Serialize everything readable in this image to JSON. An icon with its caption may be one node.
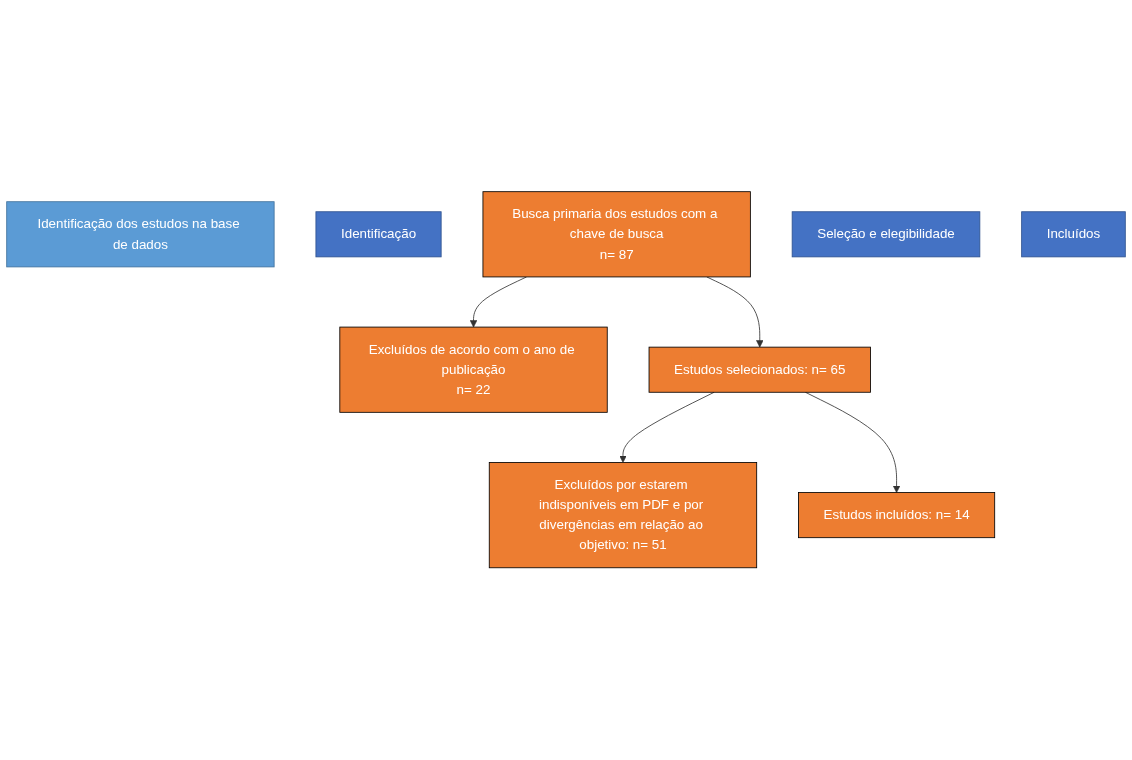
{
  "diagram": {
    "nodes": [
      {
        "text": [
          "Identificação dos estudos na base de dados"
        ]
      },
      {
        "text": [
          "Identificação"
        ]
      },
      {
        "text": [
          "Busca primaria dos estudos com a chave de busca",
          "n= 87"
        ]
      },
      {
        "text": [
          "Excluídos de acordo com o ano de publicação",
          "n= 22"
        ]
      },
      {
        "text": [
          "Seleção e elegibilidade"
        ]
      },
      {
        "text": [
          "Estudos selecionados: n= 65"
        ]
      },
      {
        "text": [
          "Excluídos por estarem indisponíveis em PDF e por divergências em relação ao objetivo: n= 51"
        ]
      },
      {
        "text": [
          "Incluídos"
        ]
      },
      {
        "text": [
          "Estudos incluídos: n= 14"
        ]
      }
    ],
    "edges": [
      {
        "from": 2,
        "to": 3,
        "arrow": "to"
      },
      {
        "from": 2,
        "to": 5,
        "arrow": "to"
      },
      {
        "from": 5,
        "to": 6,
        "arrow": "to"
      },
      {
        "from": 5,
        "to": 8,
        "arrow": "to"
      }
    ]
  }
}
